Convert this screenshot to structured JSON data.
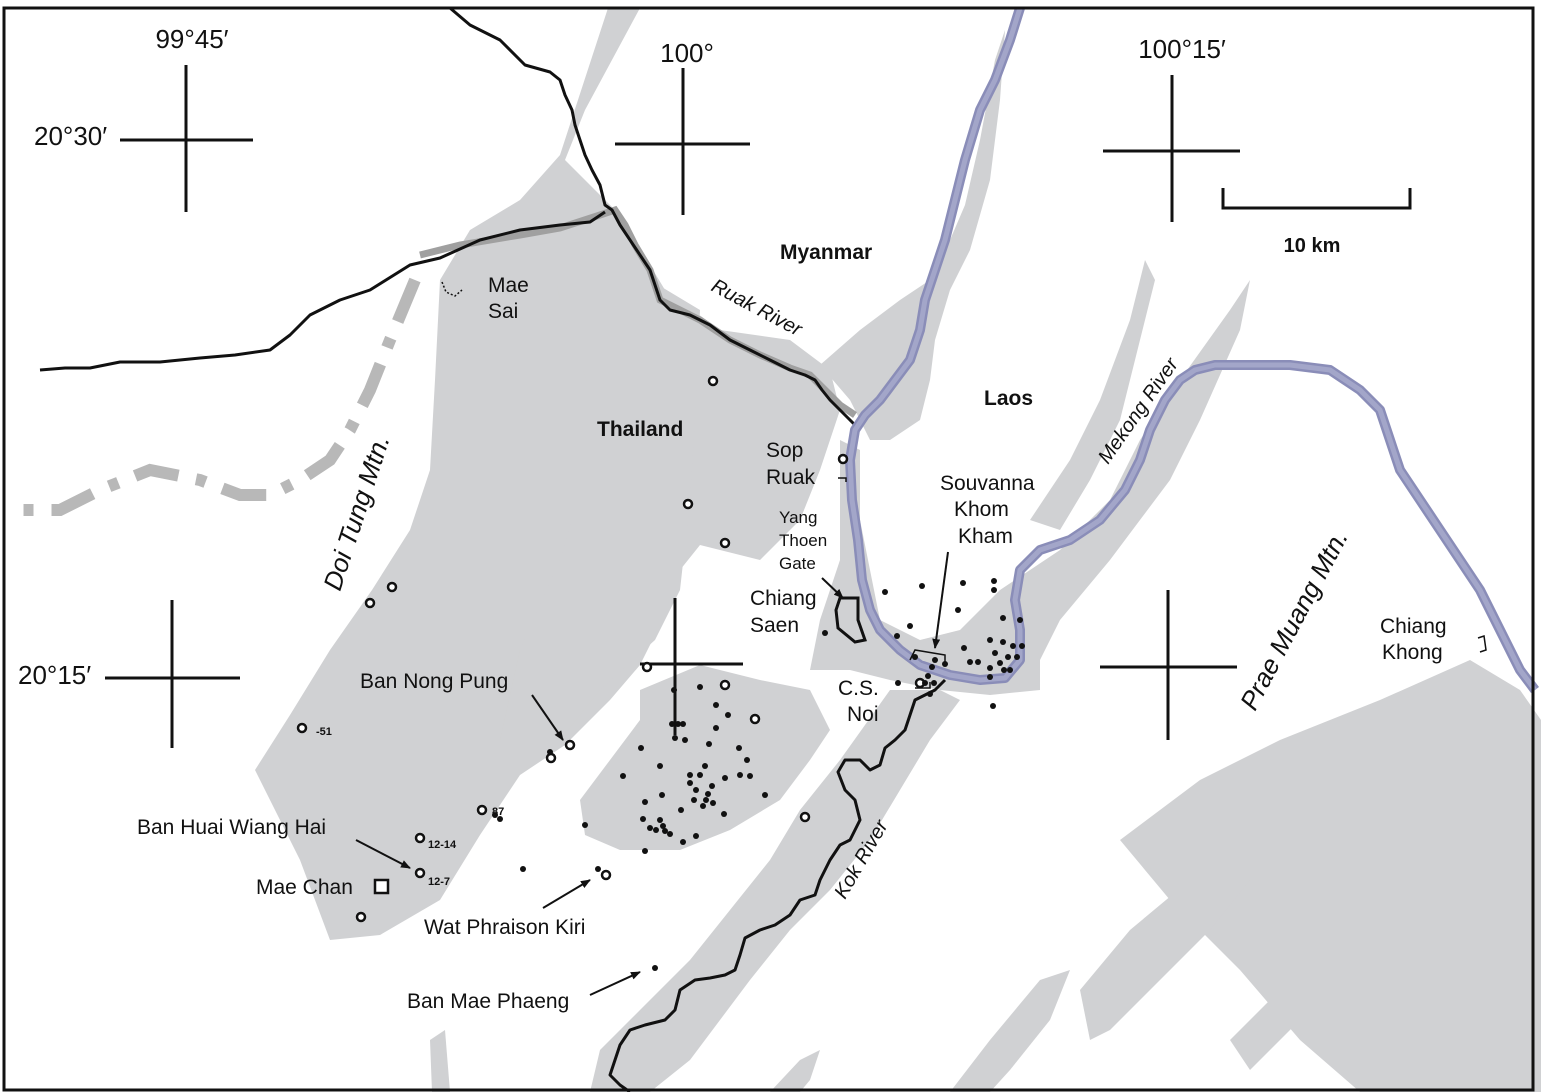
{
  "coordinates": {
    "lon_9945": "99°45′",
    "lon_100": "100°",
    "lon_10015": "100°15′",
    "lat_2030": "20°30′",
    "lat_2015": "20°15′"
  },
  "scale_bar": {
    "label": "10 km",
    "distance_km": 10
  },
  "countries": {
    "myanmar": "Myanmar",
    "laos": "Laos",
    "thailand": "Thailand"
  },
  "rivers": {
    "ruak": "Ruak River",
    "mekong": "Mekong River",
    "kok": "Kok River"
  },
  "mountains": {
    "doi_tung": "Doi Tung Mtn.",
    "prae_muang": "Prae Muang Mtn."
  },
  "places": {
    "mae_sai": [
      "Mae",
      "Sai"
    ],
    "sop_ruak": [
      "Sop",
      "Ruak"
    ],
    "yang_thoen": [
      "Yang",
      "Thoen",
      "Gate"
    ],
    "chiang_saen": [
      "Chiang",
      "Saen"
    ],
    "souvanna": [
      "Souvanna",
      "Khom",
      "Kham"
    ],
    "cs_noi": [
      "C.S.",
      "Noi"
    ],
    "chiang_khong": [
      "Chiang",
      "Khong"
    ],
    "ban_nong_pung": "Ban Nong Pung",
    "ban_huai_wiang_hai": "Ban Huai Wiang Hai",
    "mae_chan": "Mae Chan",
    "wat_phraison_kiri": "Wat Phraison Kiri",
    "ban_mae_phaeng": "Ban Mae Phaeng"
  },
  "site_numbers": {
    "s51": "-51",
    "s87": "87",
    "s1214": "12-14",
    "s127": "12-7"
  },
  "colors": {
    "terrain": "#d0d1d3",
    "mekong": "#a3a6c9",
    "mekong_dark": "#8a8db8",
    "border": "#111111",
    "frame": "#111111"
  }
}
